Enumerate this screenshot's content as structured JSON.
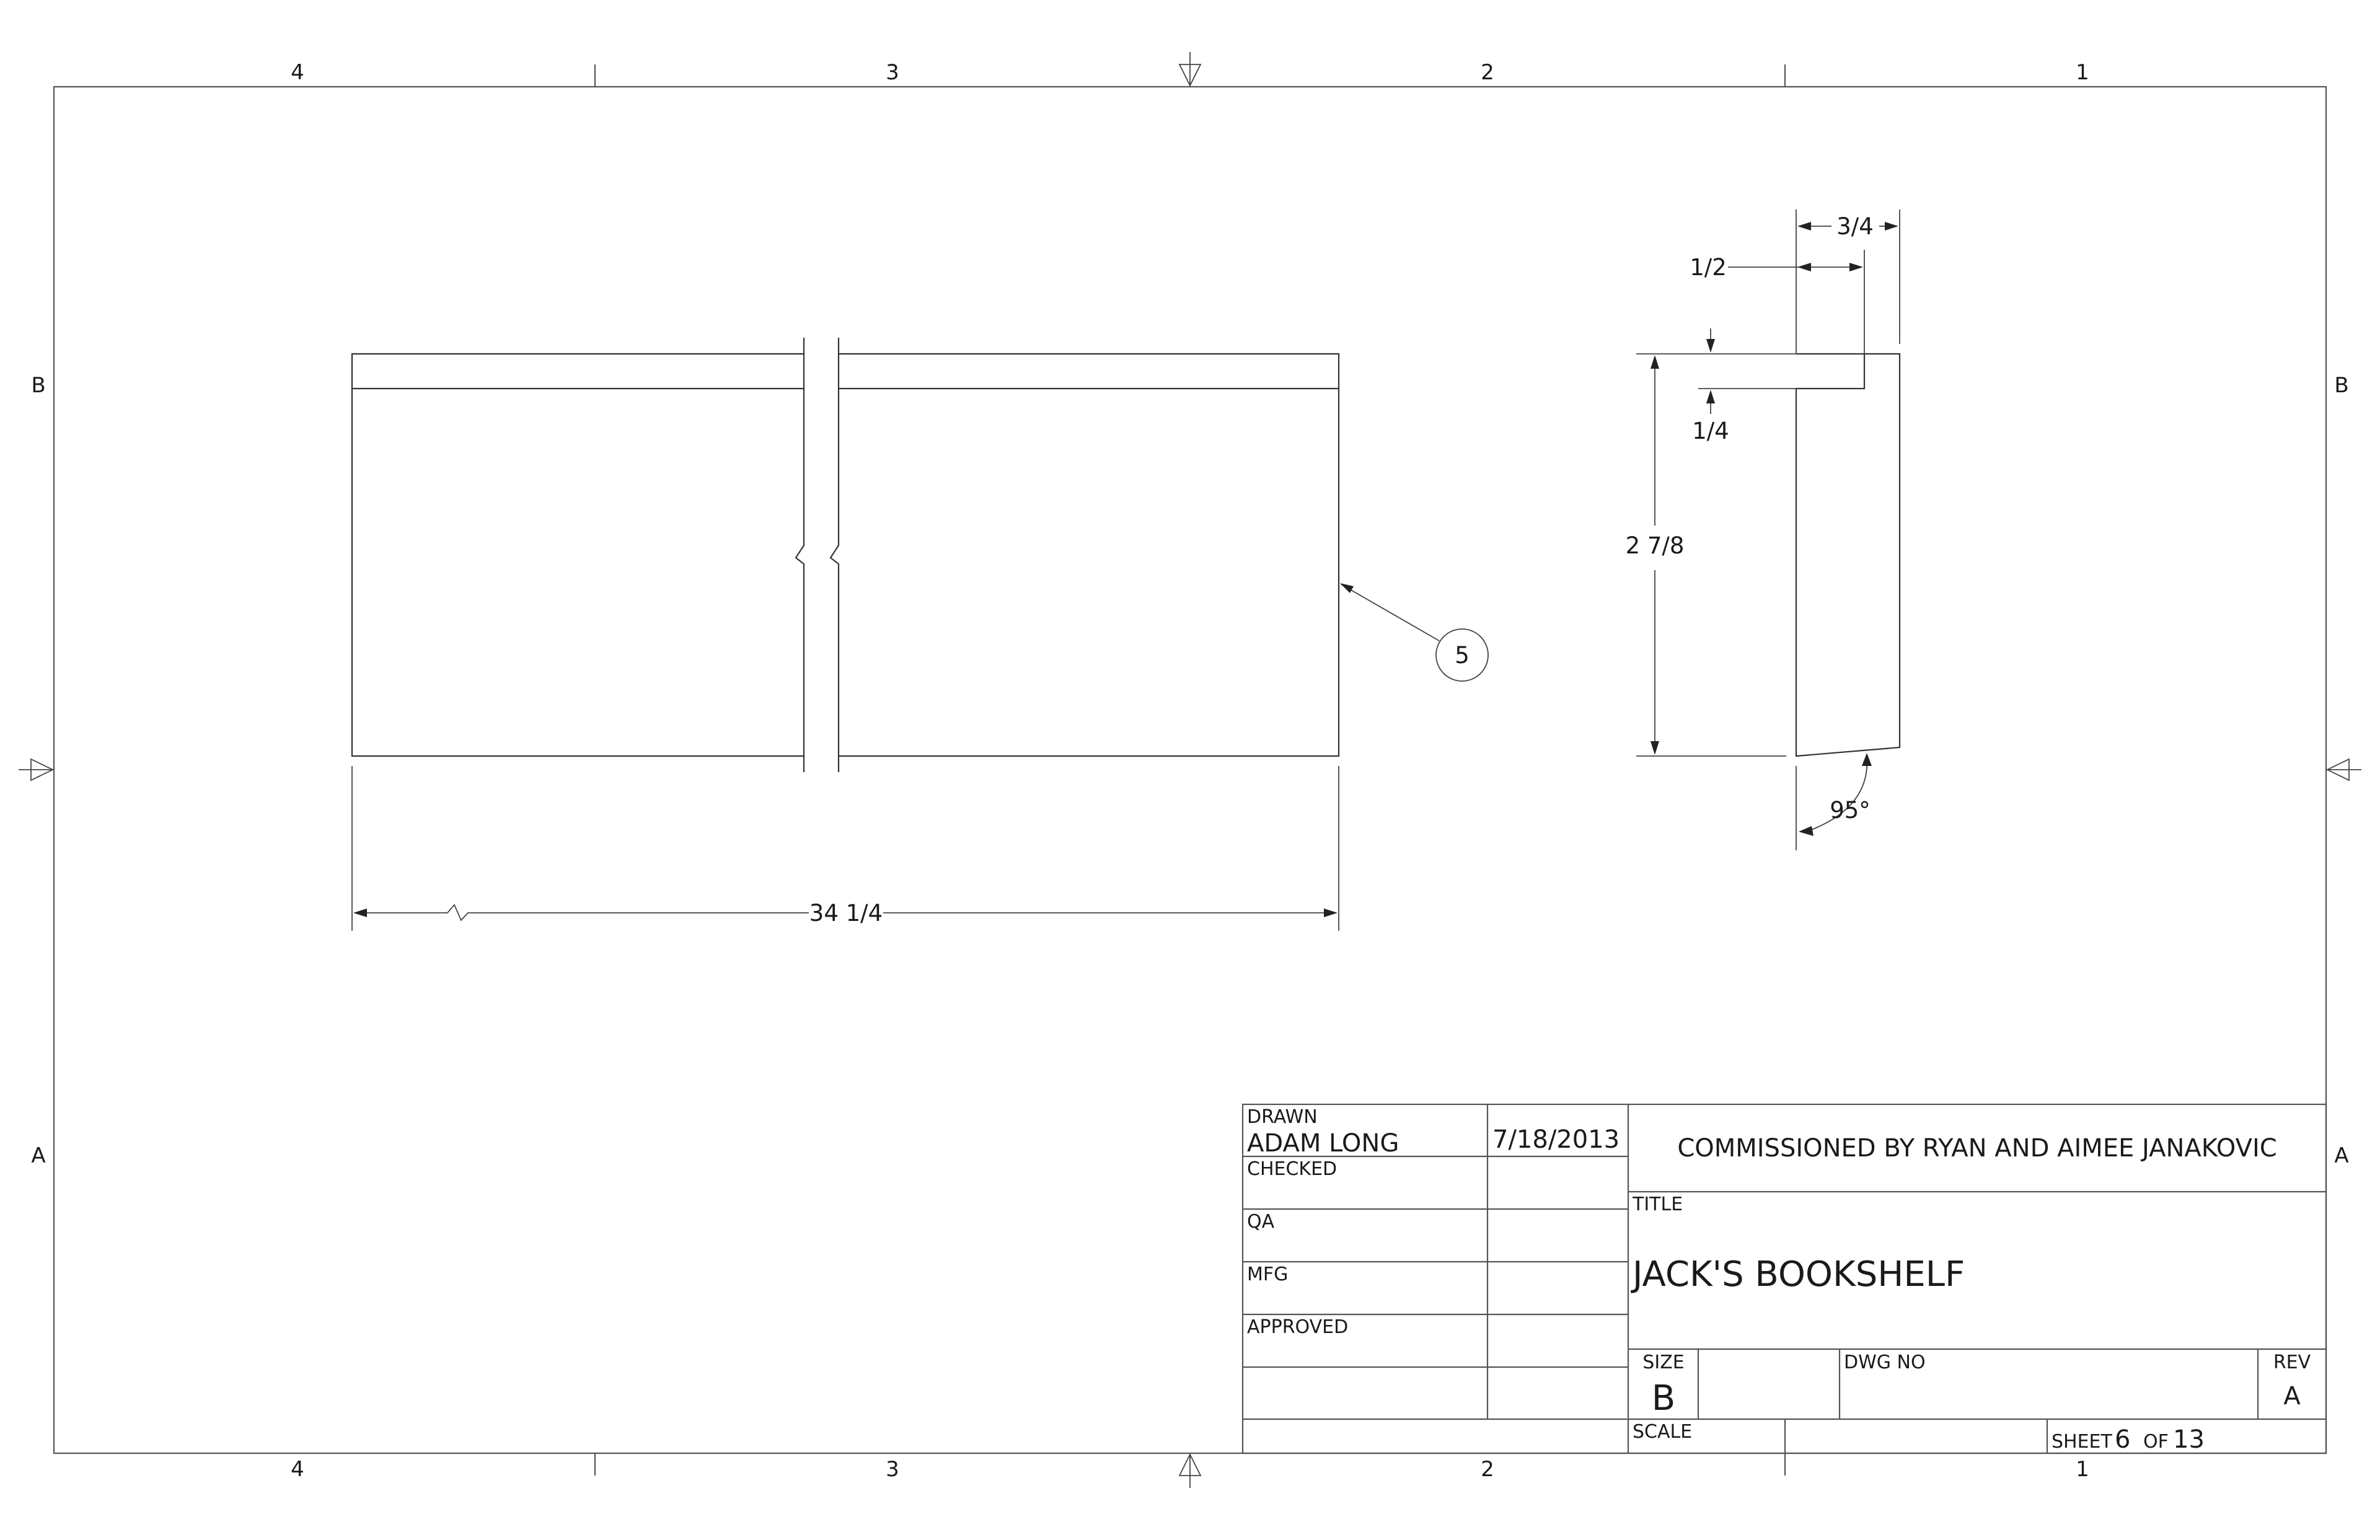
{
  "zones": {
    "columns": [
      "4",
      "3",
      "2",
      "1"
    ],
    "rows": [
      "B",
      "A"
    ]
  },
  "dimensions": {
    "overall_length": "34 1/4",
    "height": "2 7/8",
    "thickness": "3/4",
    "groove_width": "1/2",
    "groove_depth": "1/4",
    "bevel_angle": "95°"
  },
  "balloon": {
    "number": "5"
  },
  "title_block": {
    "drawn_label": "DRAWN",
    "drawn_by": "ADAM LONG",
    "drawn_date": "7/18/2013",
    "checked_label": "CHECKED",
    "qa_label": "QA",
    "mfg_label": "MFG",
    "approved_label": "APPROVED",
    "company": "COMMISSIONED BY RYAN AND AIMEE JANAKOVIC",
    "title_label": "TITLE",
    "title": "JACK'S BOOKSHELF",
    "size_label": "SIZE",
    "size": "B",
    "dwg_no_label": "DWG NO",
    "rev_label": "REV",
    "rev": "A",
    "scale_label": "SCALE",
    "sheet_label": "SHEET",
    "sheet_number": "6",
    "of_label": "OF",
    "sheet_total": "13"
  }
}
